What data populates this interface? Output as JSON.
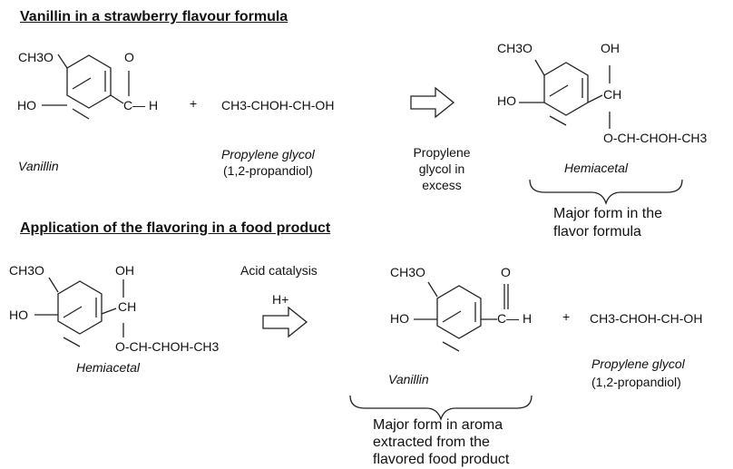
{
  "section1": {
    "title": "Vanillin  in  a strawberry flavour formula",
    "vanillin": {
      "sub": "CH3O",
      "o": "O",
      "ho": "HO",
      "ch": "C— H",
      "name": "Vanillin"
    },
    "plus": "+",
    "glycol": {
      "formula": "CH3-CHOH-CH-OH",
      "name": "Propylene glycol",
      "alt": "(1,2-propandiol)"
    },
    "condition": [
      "Propylene",
      "glycol in",
      "excess"
    ],
    "hemiacetal": {
      "sub": "CH3O",
      "oh": "OH",
      "ho": "HO",
      "ch": "CH",
      "tail": "O-CH-CHOH-CH3",
      "name": "Hemiacetal"
    },
    "note": [
      "Major form in the",
      "flavor formula"
    ]
  },
  "section2": {
    "title": "Application  of the flavoring  in  a food  product",
    "hemiacetal": {
      "sub": "CH3O",
      "oh": "OH",
      "ho": "HO",
      "ch": "CH",
      "tail": "O-CH-CHOH-CH3",
      "name": "Hemiacetal"
    },
    "condition": [
      "Acid catalysis",
      "H+"
    ],
    "vanillin": {
      "sub": "CH3O",
      "o": "O",
      "ho": "HO",
      "ch": "C— H",
      "name": "Vanillin"
    },
    "plus": "+",
    "glycol": {
      "formula": "CH3-CHOH-CH-OH",
      "name": "Propylene glycol",
      "alt": "(1,2-propandiol)"
    },
    "note": [
      "Major form in aroma",
      "extracted from the",
      "flavored food product"
    ]
  }
}
